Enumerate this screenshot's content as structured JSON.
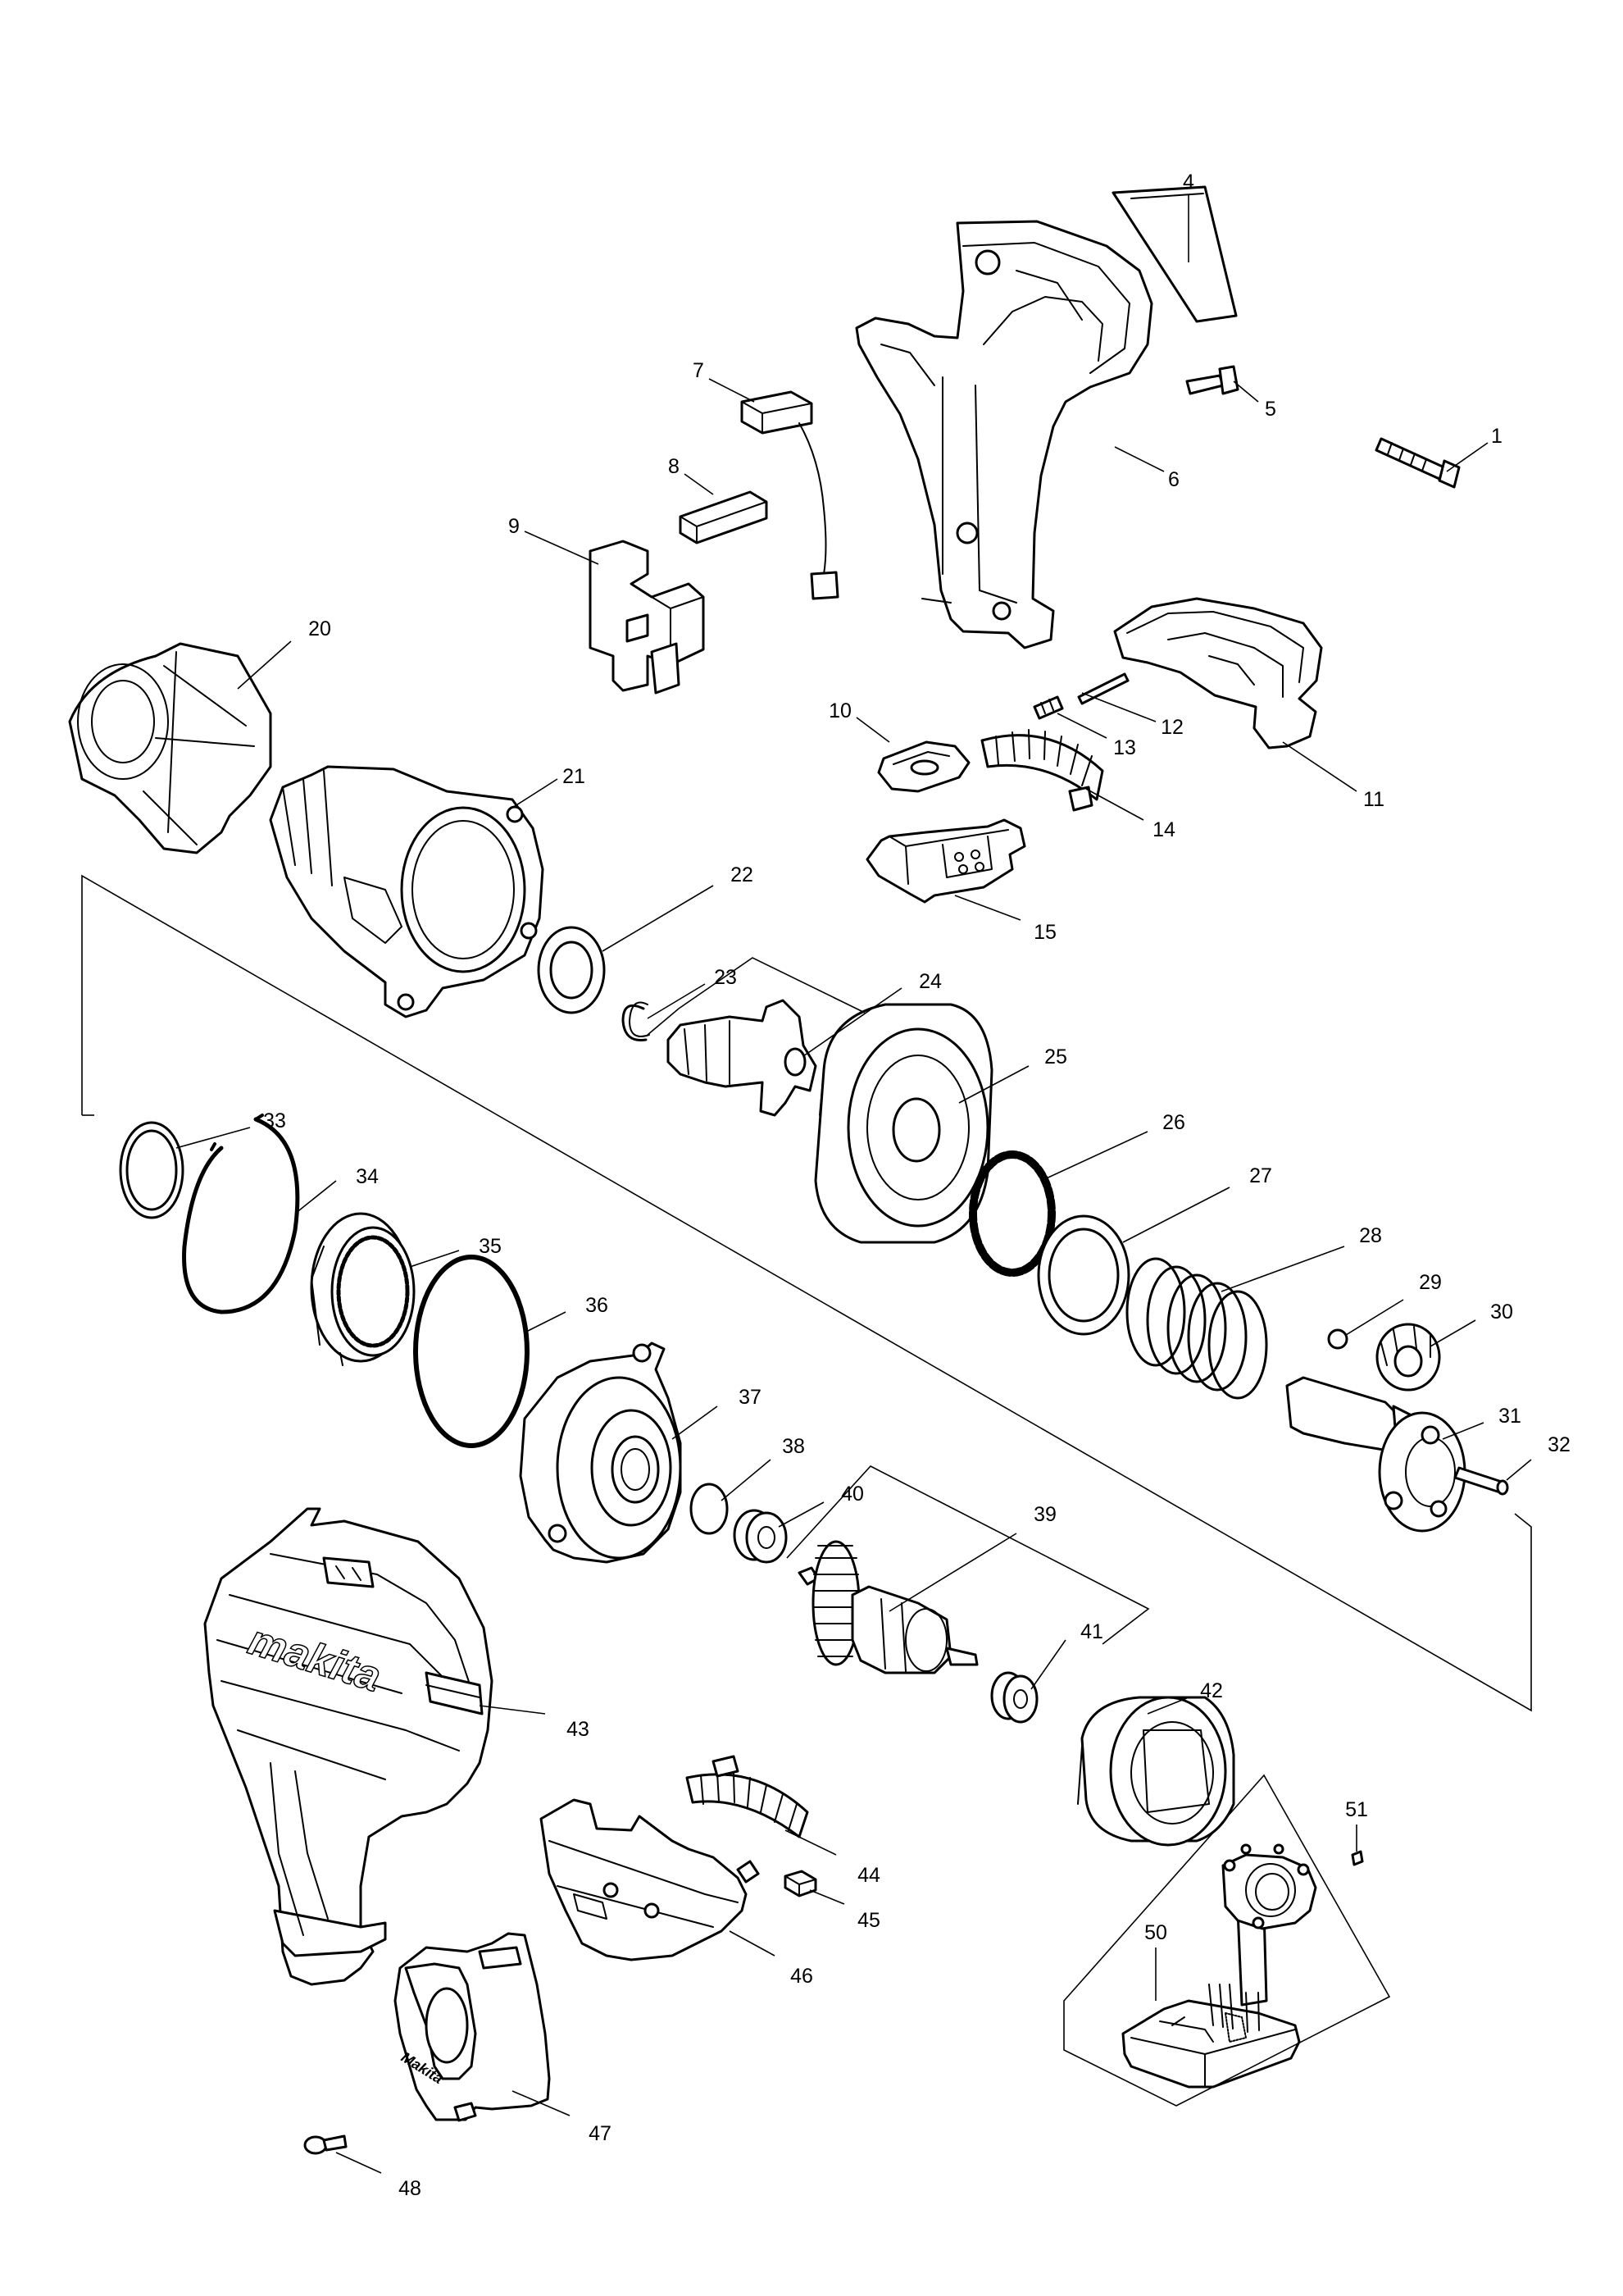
{
  "diagram": {
    "callouts": [
      "1",
      "4",
      "5",
      "6",
      "7",
      "8",
      "9",
      "10",
      "11",
      "12",
      "13",
      "14",
      "15",
      "20",
      "21",
      "22",
      "23",
      "24",
      "25",
      "26",
      "27",
      "28",
      "29",
      "30",
      "31",
      "32",
      "33",
      "34",
      "35",
      "36",
      "37",
      "38",
      "39",
      "40",
      "41",
      "42",
      "43",
      "44",
      "45",
      "46",
      "47",
      "48",
      "50",
      "51"
    ],
    "logo_text": "makita",
    "holster_logo_text": "Makita"
  }
}
